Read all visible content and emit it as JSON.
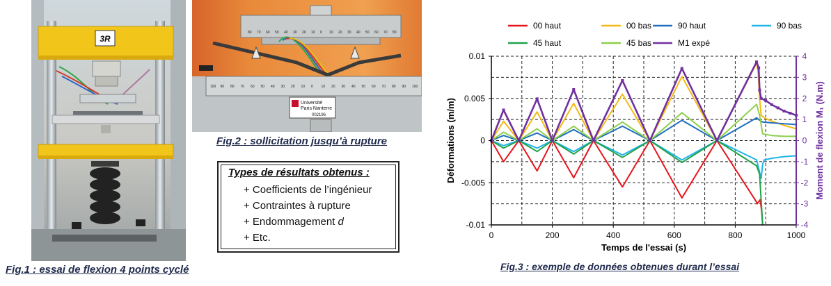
{
  "fig1": {
    "caption": "Fig.1 : essai de flexion 4 points cyclé",
    "brand_logo_text": "3R"
  },
  "fig2": {
    "caption": "Fig.2 : sollicitation jusqu’à rupture",
    "ruler_top_labels": [
      "80",
      "70",
      "60",
      "50",
      "40",
      "30",
      "20",
      "10",
      "0",
      "10",
      "20",
      "30",
      "40",
      "50",
      "60",
      "70",
      "80"
    ],
    "ruler_bottom_labels": [
      "100",
      "90",
      "80",
      "70",
      "60",
      "50",
      "40",
      "30",
      "20",
      "10",
      "0",
      "10",
      "20",
      "30",
      "40",
      "50",
      "60",
      "70",
      "80",
      "90",
      "100"
    ],
    "sticker_line1": "Université",
    "sticker_line2": "Paris Nanterre",
    "sticker_line3": "002196"
  },
  "results_box": {
    "title": "Types de résultats obtenus :",
    "items": [
      "+ Coefficients de l’ingénieur",
      "+ Contraintes à rupture",
      "+ Endommagement "
    ],
    "item3_var": "d",
    "item4": "+ Etc."
  },
  "fig3": {
    "caption": "Fig.3 : exemple de données obtenues durant l’essai"
  },
  "chart_data": {
    "type": "line",
    "xlabel": "Temps de l'essai (s)",
    "ylabel": "Déformations  (m/m)",
    "y2label": "Moment de flexion  M₁  (N.m)",
    "xlim": [
      0,
      1000
    ],
    "ylim": [
      -0.01,
      0.01
    ],
    "y2lim": [
      -4,
      4
    ],
    "x_ticks": [
      "0",
      "200",
      "400",
      "600",
      "800",
      "1000"
    ],
    "y_ticks": [
      "-0.01",
      "-0.005",
      "0",
      "0.005",
      "0.01"
    ],
    "y2_ticks": [
      "-4",
      "-3",
      "-2",
      "-1",
      "0",
      "1",
      "2",
      "3",
      "4"
    ],
    "grid": true,
    "legend_position": "top",
    "peak_times": [
      40,
      150,
      270,
      430,
      625,
      870
    ],
    "trough_times": [
      0,
      90,
      200,
      335,
      520,
      740
    ],
    "series": [
      {
        "name": "00 haut",
        "color": "#e8141b",
        "axis": "left",
        "peaks": [
          -0.0025,
          -0.0036,
          -0.0044,
          -0.0055,
          -0.0068,
          -0.0073
        ],
        "tail": {
          "x": [
            872,
            882,
            887,
            890
          ],
          "y": [
            -0.0075,
            -0.007,
            -0.0085,
            -0.01
          ]
        }
      },
      {
        "name": "00 bas",
        "color": "#f5b914",
        "axis": "left",
        "peaks": [
          0.0023,
          0.0034,
          0.0044,
          0.0055,
          0.0076,
          0.0092
        ],
        "tail": {
          "x": [
            875,
            880,
            885,
            895,
            920,
            960,
            1000
          ],
          "y": [
            0.008,
            0.005,
            0.003,
            0.0027,
            0.0023,
            0.0018,
            0.0014
          ]
        }
      },
      {
        "name": "90 haut",
        "color": "#1f6fbf",
        "axis": "left",
        "peaks": [
          0.0006,
          0.0009,
          0.0013,
          0.0017,
          0.0024,
          0.0027
        ],
        "tail": {
          "x": [
            880,
            890,
            920,
            960,
            1000
          ],
          "y": [
            0.0024,
            0.0022,
            0.0021,
            0.002,
            0.0019
          ]
        }
      },
      {
        "name": "90 bas",
        "color": "#1fb4e8",
        "axis": "left",
        "peaks": [
          -0.0006,
          -0.0009,
          -0.0013,
          -0.0017,
          -0.0023,
          -0.0023
        ],
        "tail": {
          "x": [
            885,
            890,
            895,
            920,
            960,
            1000
          ],
          "y": [
            -0.0045,
            -0.0028,
            -0.0023,
            -0.0021,
            -0.0019,
            -0.0018
          ]
        }
      },
      {
        "name": "45 haut",
        "color": "#22a24a",
        "axis": "left",
        "peaks": [
          -0.0009,
          -0.0013,
          -0.0016,
          -0.002,
          -0.0026,
          -0.003
        ],
        "tail": {
          "x": [
            875,
            880,
            885,
            890
          ],
          "y": [
            -0.0035,
            -0.004,
            -0.007,
            -0.01
          ]
        }
      },
      {
        "name": "45 bas",
        "color": "#8ccf4a",
        "axis": "left",
        "peaks": [
          0.001,
          0.0014,
          0.0017,
          0.0022,
          0.0033,
          0.0043
        ],
        "tail": {
          "x": [
            880,
            890,
            920,
            960,
            1000
          ],
          "y": [
            0.003,
            0.0008,
            0.0006,
            0.0005,
            0.0005
          ]
        }
      },
      {
        "name": "M1 expé",
        "color": "#7030a0",
        "axis": "right",
        "peaks": [
          1.45,
          1.98,
          2.42,
          2.85,
          3.42,
          3.73
        ],
        "tail": {
          "x": [
            877,
            880,
            885,
            900,
            920,
            940,
            960,
            980,
            1000
          ],
          "y": [
            3.45,
            2.4,
            2.0,
            1.9,
            1.7,
            1.55,
            1.4,
            1.3,
            1.2
          ]
        }
      }
    ]
  },
  "colors": {
    "axis_purple": "#7030a0",
    "caption_navy": "#1f2a4c",
    "yellow_frame": "#f2c51a"
  }
}
